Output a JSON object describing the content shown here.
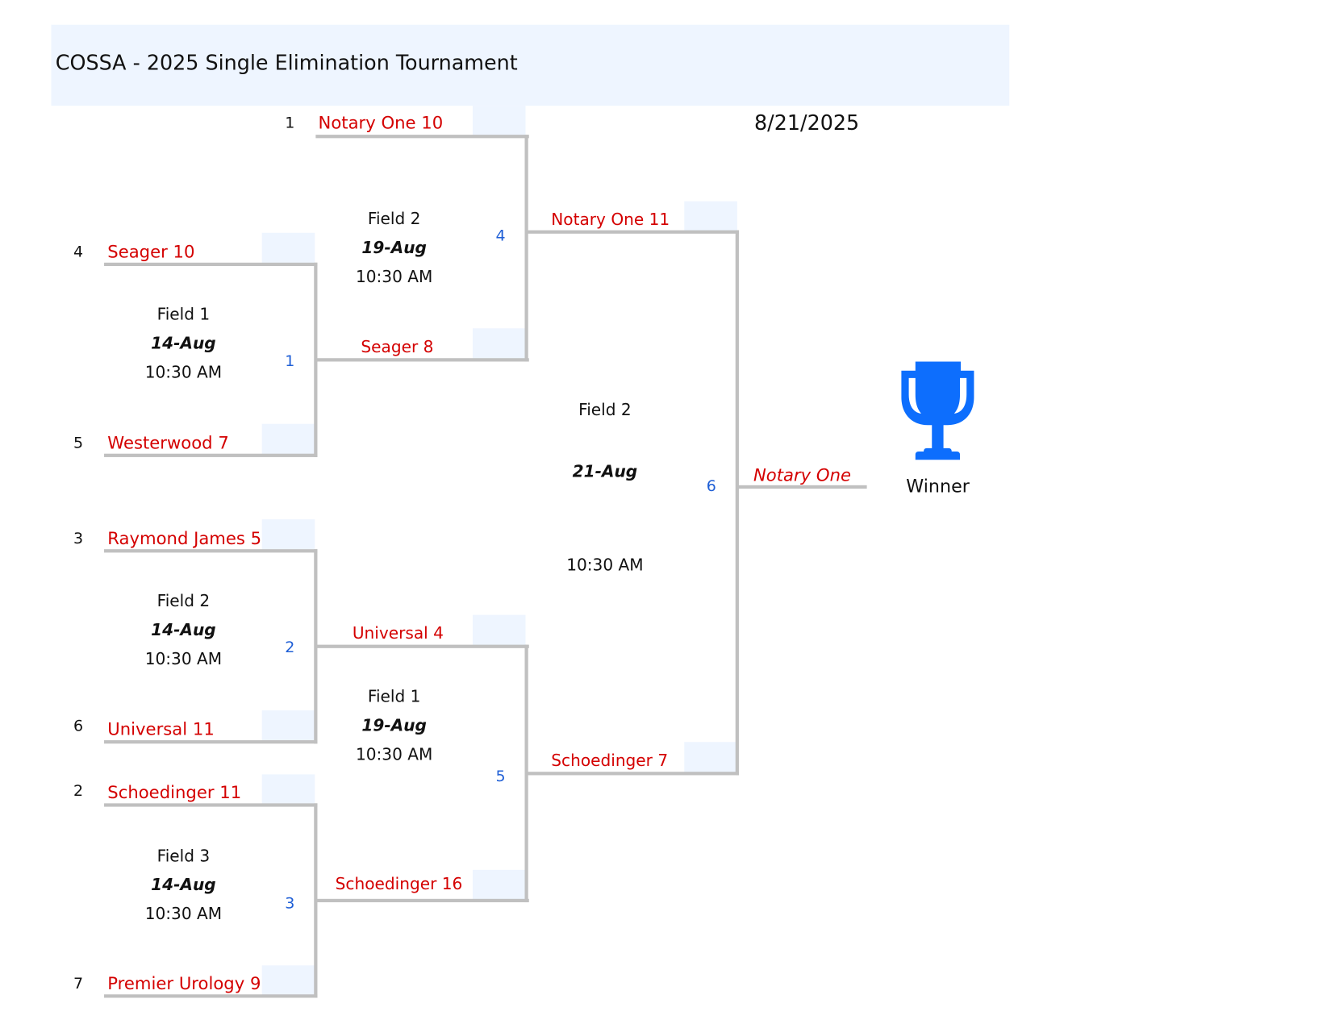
{
  "title": "COSSA - 2025  Single Elimination Tournament",
  "date": "8/21/2025",
  "winner_label": "Winner",
  "champion": "Notary One",
  "seeds": [
    "1",
    "4",
    "5",
    "3",
    "6",
    "2",
    "7"
  ],
  "teams": {
    "r1": [
      "Seager 10",
      "Westerwood 7",
      "Raymond James 5",
      "Universal 11",
      "Schoedinger 11",
      "Premier Urology 9"
    ],
    "bye": "Notary One 10",
    "r2": [
      "Seager 8",
      "Universal 4",
      "Schoedinger 16"
    ],
    "r3": [
      "Notary One 11",
      "Schoedinger 7"
    ]
  },
  "matches": [
    {
      "num": "1",
      "field": "Field 1",
      "date": "14-Aug",
      "time": "10:30 AM"
    },
    {
      "num": "2",
      "field": "Field 2",
      "date": "14-Aug",
      "time": "10:30 AM"
    },
    {
      "num": "3",
      "field": "Field 3",
      "date": "14-Aug",
      "time": "10:30 AM"
    },
    {
      "num": "4",
      "field": "Field 2",
      "date": "19-Aug",
      "time": "10:30 AM"
    },
    {
      "num": "5",
      "field": "Field 1",
      "date": "19-Aug",
      "time": "10:30 AM"
    },
    {
      "num": "6",
      "field": "Field 2",
      "date": "21-Aug",
      "time": "10:30 AM"
    }
  ],
  "colors": {
    "accent": "#0d6efd",
    "team": "#d40000",
    "line": "#c0c0c0",
    "box": "#eef5ff"
  }
}
